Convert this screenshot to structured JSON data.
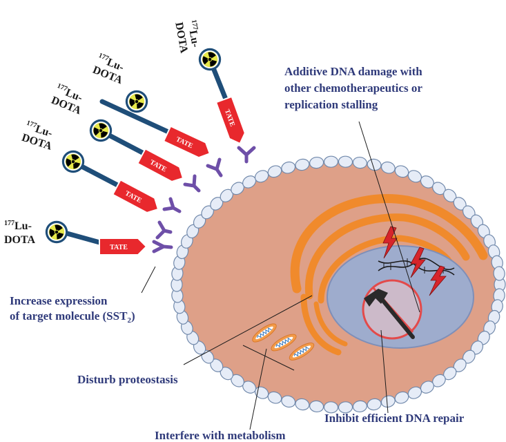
{
  "conjugate": {
    "isotope_sup": "177",
    "isotope_rest": "Lu-",
    "chelator": "DOTA",
    "peptide": "TATE"
  },
  "annotations": {
    "dna_damage": [
      "Additive DNA damage with",
      "other chemotherapeutics or",
      "replication stalling"
    ],
    "expression": [
      "Increase expression",
      "of target molecule (SST"
    ],
    "expression_sub": "2",
    "expression_end": ")",
    "proteostasis": "Disturb proteostasis",
    "dna_repair": "Inhibit efficient DNA repair",
    "metabolism": "Interfere with metabolism"
  },
  "colors": {
    "cytoplasm": "#dea088",
    "membrane_bead": "#e6ecf7",
    "membrane_stroke": "#7189ab",
    "nucleus": "#9eaccd",
    "er": "#f08a2c",
    "stem": "#1f4e79",
    "tate": "#e8282d",
    "receptor": "#6e4fa8",
    "label": "#2f3a7a",
    "lightning": "#d6252b"
  },
  "icons": [
    "radiation-trefoil-icon",
    "hammer-icon",
    "prohibition-icon",
    "lightning-icon",
    "dna-helix-icon",
    "mitochondrion-icon"
  ]
}
